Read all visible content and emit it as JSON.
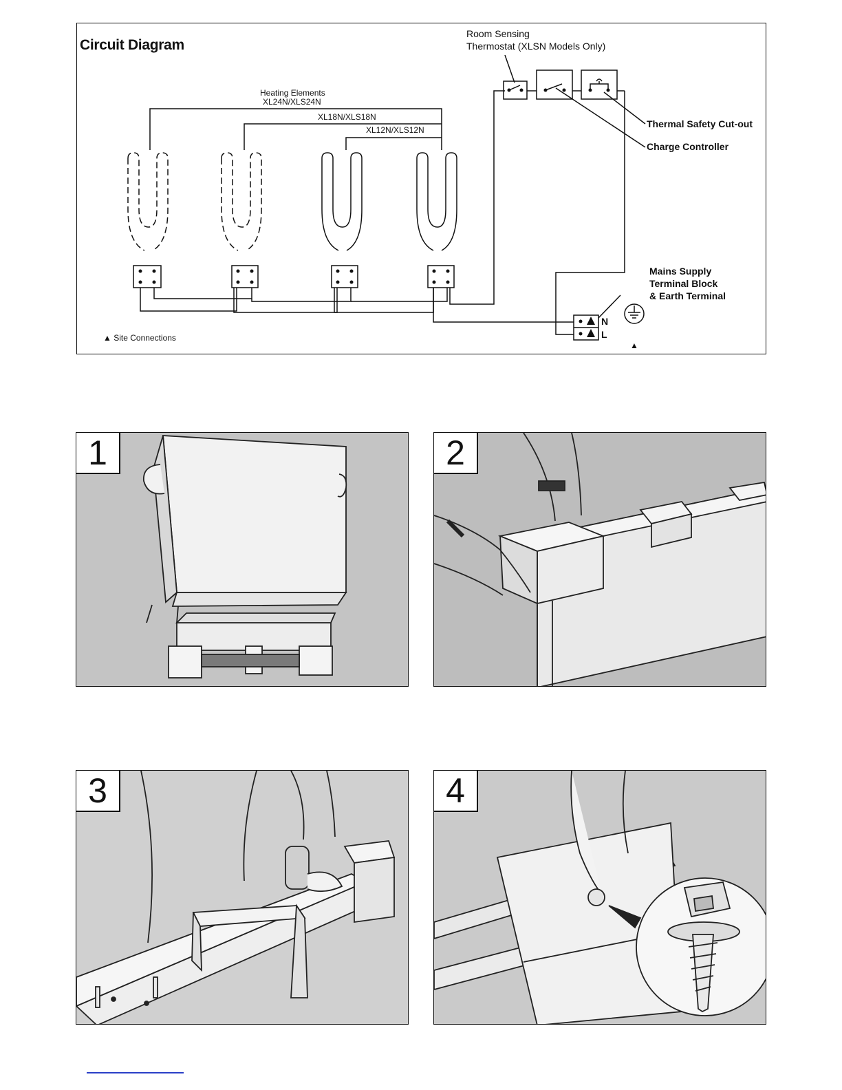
{
  "diagram": {
    "title": "Circuit Diagram",
    "heating_elements_label": "Heating Elements",
    "model_24": "XL24N/XLS24N",
    "model_18": "XL18N/XLS18N",
    "model_12": "XL12N/XLS12N",
    "room_thermostat_line1": "Room Sensing",
    "room_thermostat_line2": "Thermostat (XLSN Models Only)",
    "thermal_cutout": "Thermal Safety Cut-out",
    "charge_controller": "Charge Controller",
    "mains_line1": "Mains Supply",
    "mains_line2": "Terminal Block",
    "mains_line3": "& Earth Terminal",
    "terminal_n": "N",
    "terminal_l": "L",
    "site_connections": "▲ Site Connections",
    "earth_marker": "▲"
  },
  "steps": [
    {
      "number": "1"
    },
    {
      "number": "2"
    },
    {
      "number": "3"
    },
    {
      "number": "4"
    }
  ]
}
